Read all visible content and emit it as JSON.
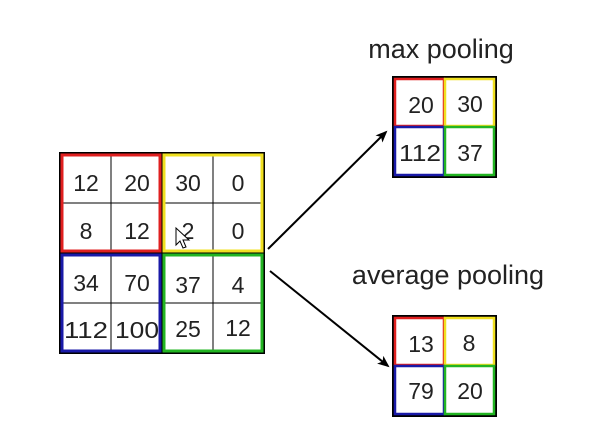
{
  "input_matrix": [
    [
      "12",
      "20",
      "30",
      "0"
    ],
    [
      "8",
      "12",
      "2",
      "0"
    ],
    [
      "34",
      "70",
      "37",
      "4"
    ],
    [
      "112",
      "100",
      "25",
      "12"
    ]
  ],
  "max_pooling": {
    "label": "max pooling",
    "values": [
      [
        "20",
        "30"
      ],
      [
        "112",
        "37"
      ]
    ]
  },
  "average_pooling": {
    "label": "average pooling",
    "values": [
      [
        "13",
        "8"
      ],
      [
        "79",
        "20"
      ]
    ]
  },
  "colors": {
    "top_left": "#e02020",
    "top_right": "#f0e020",
    "bottom_left": "#1a1aa8",
    "bottom_right": "#22b422",
    "grid": "#000000",
    "arrow": "#000000"
  },
  "icons": {
    "cursor": "mouse-pointer-icon"
  }
}
